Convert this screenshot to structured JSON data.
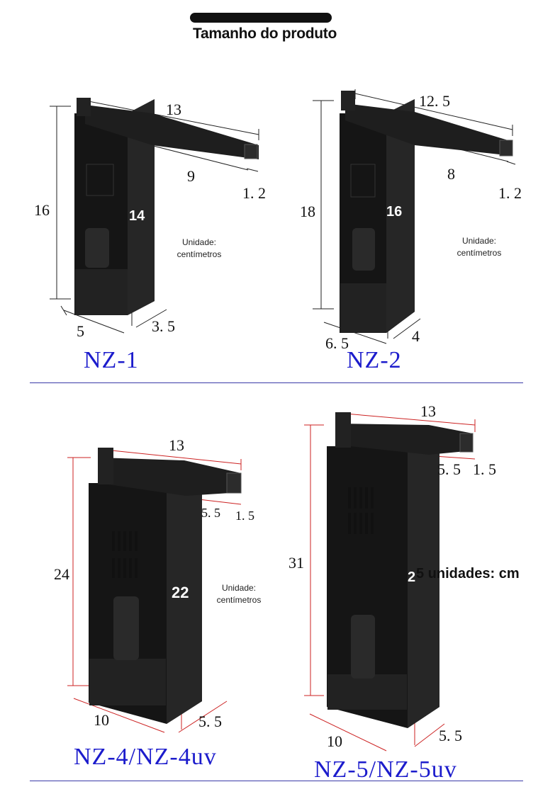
{
  "page_title": "Tamanho do produto",
  "unit_label": "Unidade: centímetros",
  "unit_label_line1": "Unidade:",
  "unit_label_line2": "centímetros",
  "unit_label_big": "5 unidades: cm",
  "unit_label_big_prefix": "2",
  "colors": {
    "model_text": "#1c1ccc",
    "divider": "#3a3aa8",
    "product": "#1b1b1b",
    "dim_line_red": "#cc2222"
  },
  "products": [
    {
      "model": "NZ-1",
      "length": "13",
      "outlet": "9",
      "pipe": "1. 2",
      "height": "16",
      "body_height": "14",
      "width": "5",
      "depth": "3. 5"
    },
    {
      "model": "NZ-2",
      "length": "12. 5",
      "outlet": "8",
      "pipe": "1. 2",
      "height": "18",
      "body_height": "16",
      "width": "6. 5",
      "depth": "4"
    },
    {
      "model": "NZ-4/NZ-4uv",
      "length": "13",
      "outlet": "5. 5",
      "pipe": "1. 5",
      "height": "24",
      "body_height": "22",
      "width": "10",
      "depth": "5. 5"
    },
    {
      "model": "NZ-5/NZ-5uv",
      "length": "13",
      "outlet": "5. 5",
      "pipe": "1. 5",
      "height": "31",
      "body_height": "2",
      "width": "10",
      "depth": "5. 5"
    }
  ]
}
